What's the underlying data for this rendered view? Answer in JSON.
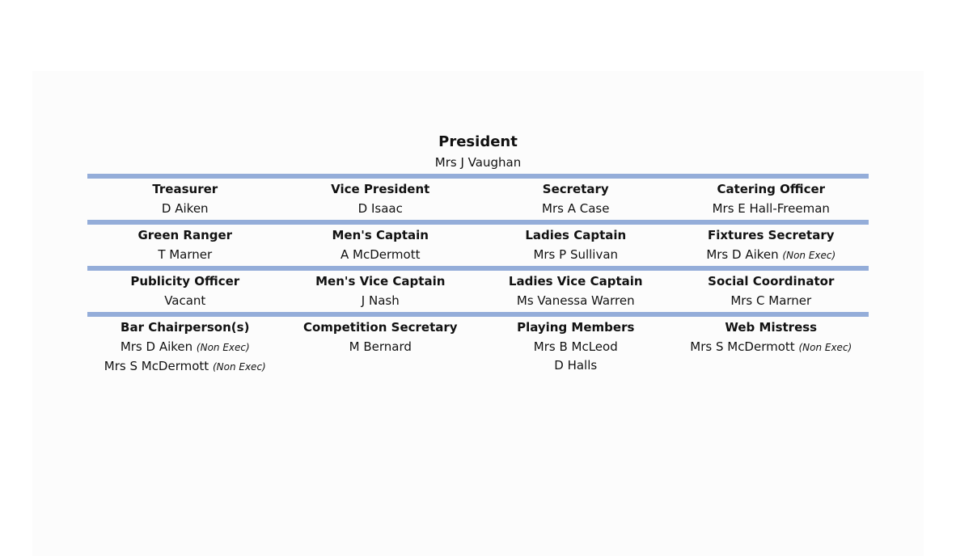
{
  "president": {
    "role": "President",
    "person": "Mrs J Vaughan"
  },
  "rows": [
    [
      {
        "role": "Treasurer",
        "people": [
          {
            "name": "D Aiken",
            "note": ""
          }
        ]
      },
      {
        "role": "Vice President",
        "people": [
          {
            "name": "D Isaac",
            "note": ""
          }
        ]
      },
      {
        "role": "Secretary",
        "people": [
          {
            "name": "Mrs A Case",
            "note": ""
          }
        ]
      },
      {
        "role": "Catering Officer",
        "people": [
          {
            "name": "Mrs E Hall-Freeman",
            "note": ""
          }
        ]
      }
    ],
    [
      {
        "role": "Green Ranger",
        "people": [
          {
            "name": "T Marner",
            "note": ""
          }
        ]
      },
      {
        "role": "Men's Captain",
        "people": [
          {
            "name": "A McDermott",
            "note": ""
          }
        ]
      },
      {
        "role": "Ladies Captain",
        "people": [
          {
            "name": "Mrs P Sullivan",
            "note": ""
          }
        ]
      },
      {
        "role": "Fixtures Secretary",
        "people": [
          {
            "name": "Mrs D Aiken",
            "note": "(Non Exec)"
          }
        ]
      }
    ],
    [
      {
        "role": "Publicity Officer",
        "people": [
          {
            "name": "Vacant",
            "note": ""
          }
        ]
      },
      {
        "role": "Men's Vice Captain",
        "people": [
          {
            "name": "J Nash",
            "note": ""
          }
        ]
      },
      {
        "role": "Ladies Vice Captain",
        "people": [
          {
            "name": "Ms Vanessa Warren",
            "note": ""
          }
        ]
      },
      {
        "role": "Social Coordinator",
        "people": [
          {
            "name": "Mrs C Marner",
            "note": ""
          }
        ]
      }
    ],
    [
      {
        "role": "Bar Chairperson(s)",
        "people": [
          {
            "name": "Mrs D Aiken",
            "note": "(Non Exec)"
          },
          {
            "name": "Mrs S McDermott",
            "note": "(Non Exec)"
          }
        ]
      },
      {
        "role": "Competition Secretary",
        "people": [
          {
            "name": "M Bernard",
            "note": ""
          }
        ]
      },
      {
        "role": "Playing Members",
        "people": [
          {
            "name": "Mrs B McLeod",
            "note": ""
          },
          {
            "name": "D Halls",
            "note": ""
          }
        ]
      },
      {
        "role": "Web Mistress",
        "people": [
          {
            "name": "Mrs S McDermott",
            "note": "(Non Exec)"
          }
        ]
      }
    ]
  ]
}
